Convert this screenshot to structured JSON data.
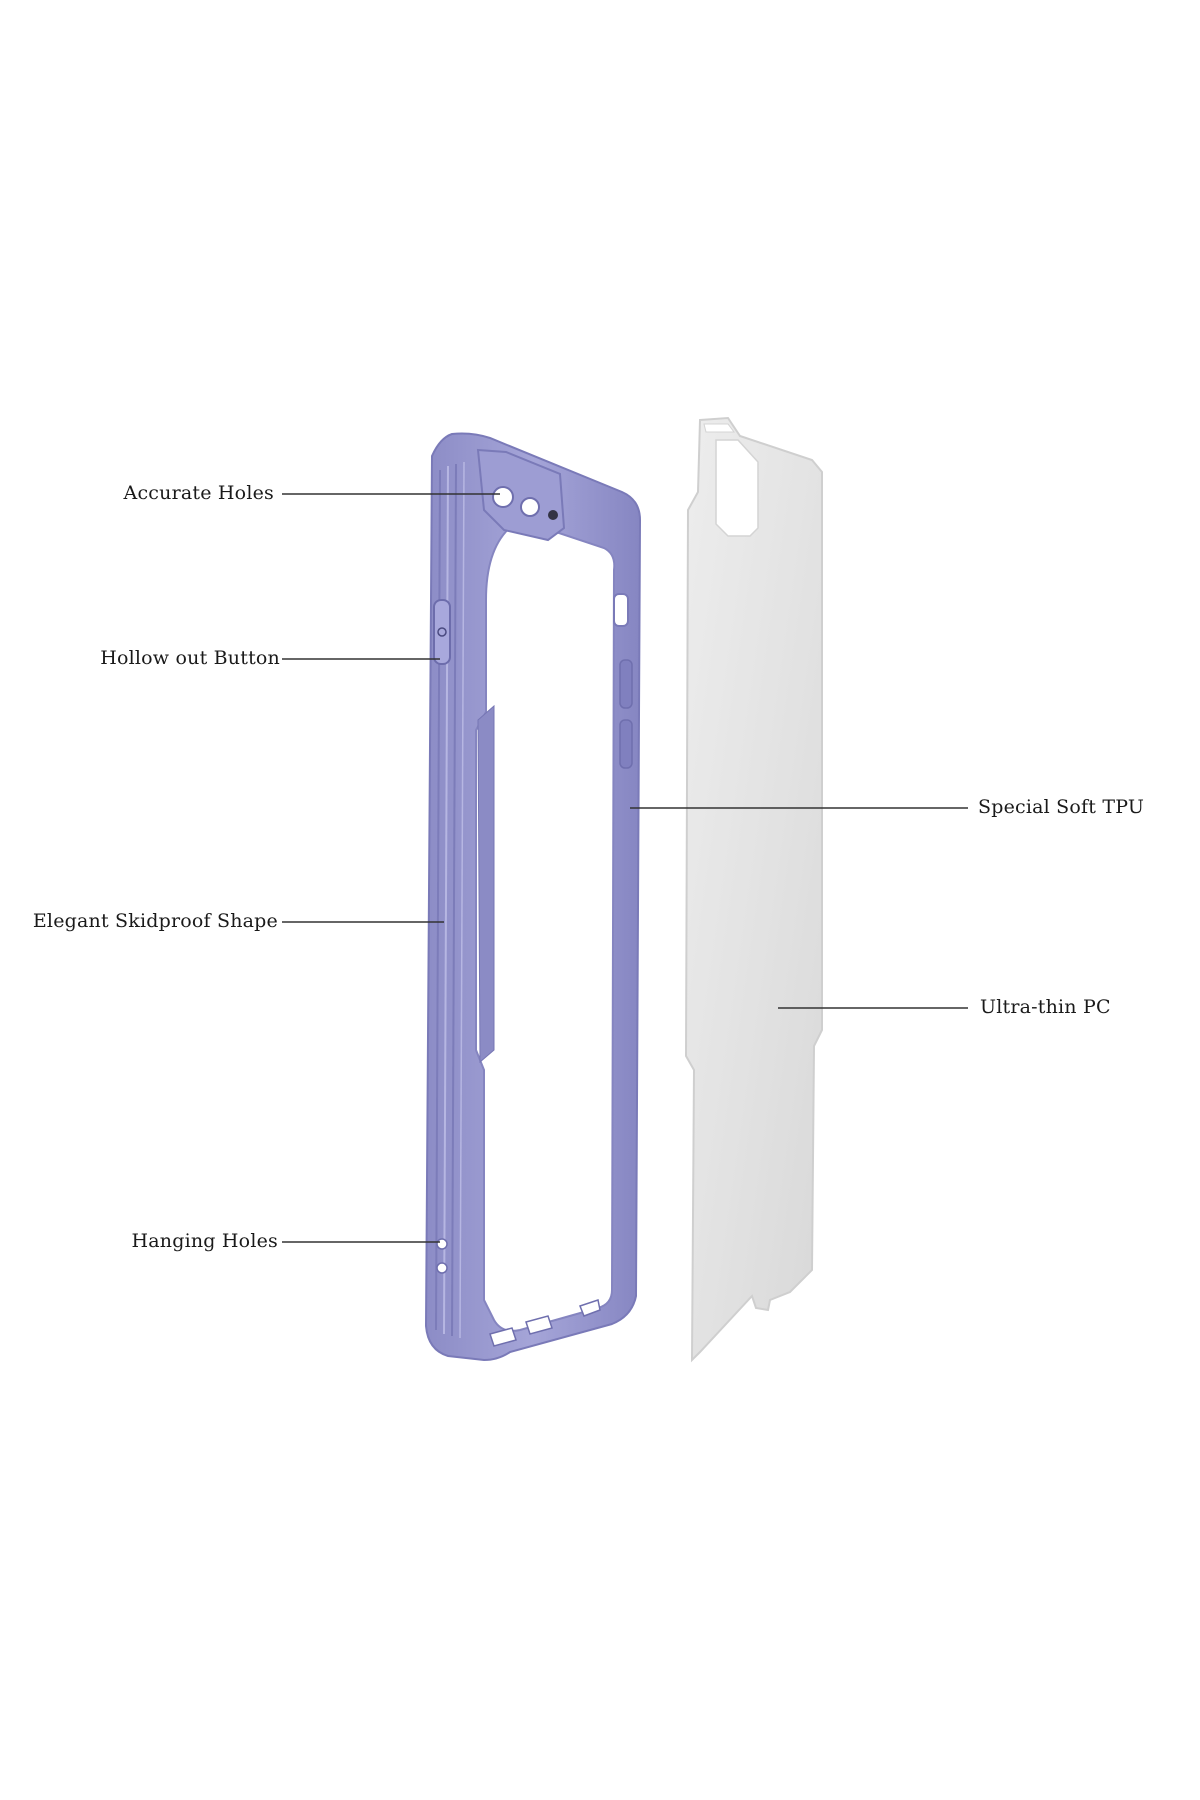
{
  "callouts": {
    "accurate_holes": "Accurate Holes",
    "hollow_out_button": "Hollow out Button",
    "elegant_skidproof_shape": "Elegant Skidproof Shape",
    "hanging_holes": "Hanging Holes",
    "special_soft_tpu": "Special Soft TPU",
    "ultra_thin_pc": "Ultra-thin PC"
  },
  "colors": {
    "tpu_frame": "#9a9ad0",
    "tpu_frame_dark": "#7d7dbb",
    "tpu_frame_light": "#b4b4e0",
    "pc_panel": "#e6e6e6",
    "pc_panel_edge": "#cfcfcf",
    "leader_line": "#333333",
    "background": "#ffffff"
  }
}
